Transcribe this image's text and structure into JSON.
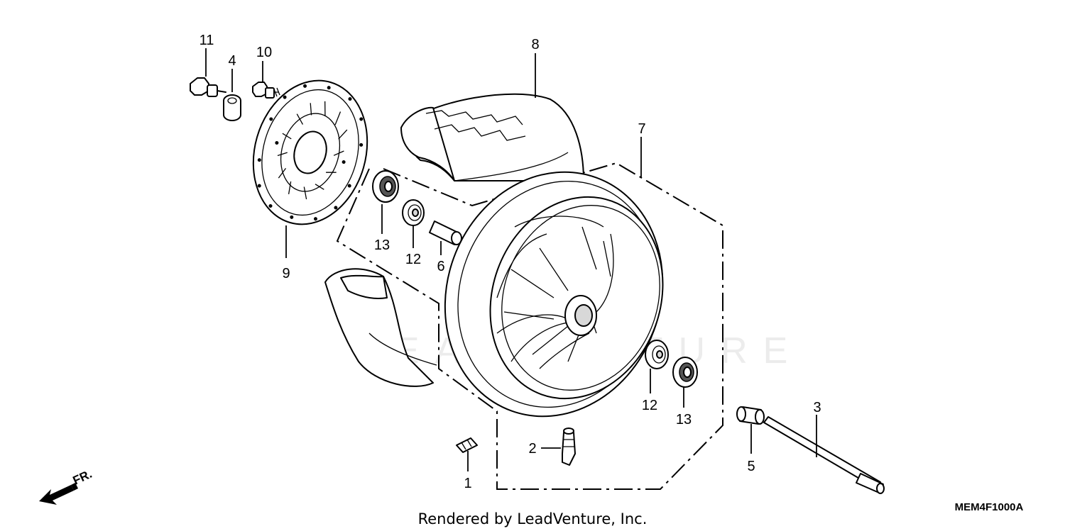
{
  "diagram": {
    "callouts": [
      {
        "id": "1",
        "label": "1"
      },
      {
        "id": "2",
        "label": "2"
      },
      {
        "id": "3",
        "label": "3"
      },
      {
        "id": "4",
        "label": "4"
      },
      {
        "id": "5",
        "label": "5"
      },
      {
        "id": "6",
        "label": "6"
      },
      {
        "id": "7",
        "label": "7"
      },
      {
        "id": "8",
        "label": "8"
      },
      {
        "id": "9",
        "label": "9"
      },
      {
        "id": "10",
        "label": "10"
      },
      {
        "id": "11",
        "label": "11"
      },
      {
        "id": "12a",
        "label": "12"
      },
      {
        "id": "12b",
        "label": "12"
      },
      {
        "id": "13a",
        "label": "13"
      },
      {
        "id": "13b",
        "label": "13"
      }
    ],
    "direction_label": "FR.",
    "footer_text": "Rendered by LeadVenture, Inc.",
    "diagram_code": "MEM4F1000A",
    "watermark_text": "LEADVENTURE"
  }
}
